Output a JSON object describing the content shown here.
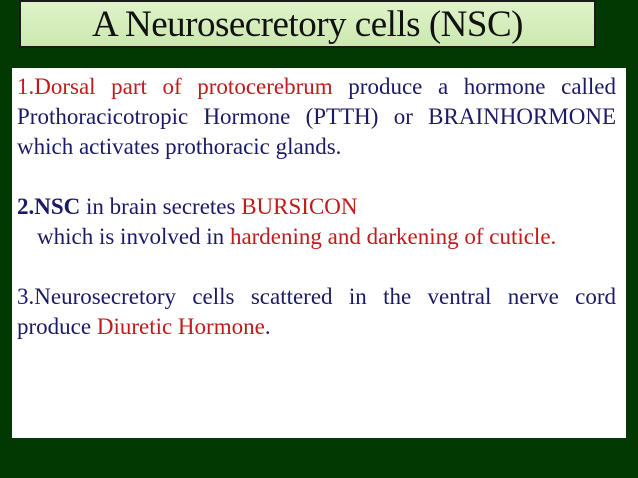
{
  "title": "A Neurosecretory cells (NSC)",
  "p1": {
    "t1": "1.Dorsal  part  of  protocerebrum",
    "t2": "produce  a hormone  called  Prothoracicotropic  Hormone (PTTH) or  BRAINHORMONE  which  activates prothoracic glands."
  },
  "p2": {
    "num": "2.NSC",
    "t1": "in  brain  secretes",
    "bursicon": "BURSICON",
    "t2": "which is  involved in",
    "red": "hardening and darkening of cuticle."
  },
  "p3": {
    "t1": "3.Neurosecretory  cells scattered  in  the  ventral nerve cord produce",
    "red": "Diuretic Hormone",
    "dot": "."
  },
  "colors": {
    "background": "#023902",
    "title_bg": "#d7efc0",
    "text_blue": "#1a1a66",
    "text_red": "#c01a1a"
  }
}
